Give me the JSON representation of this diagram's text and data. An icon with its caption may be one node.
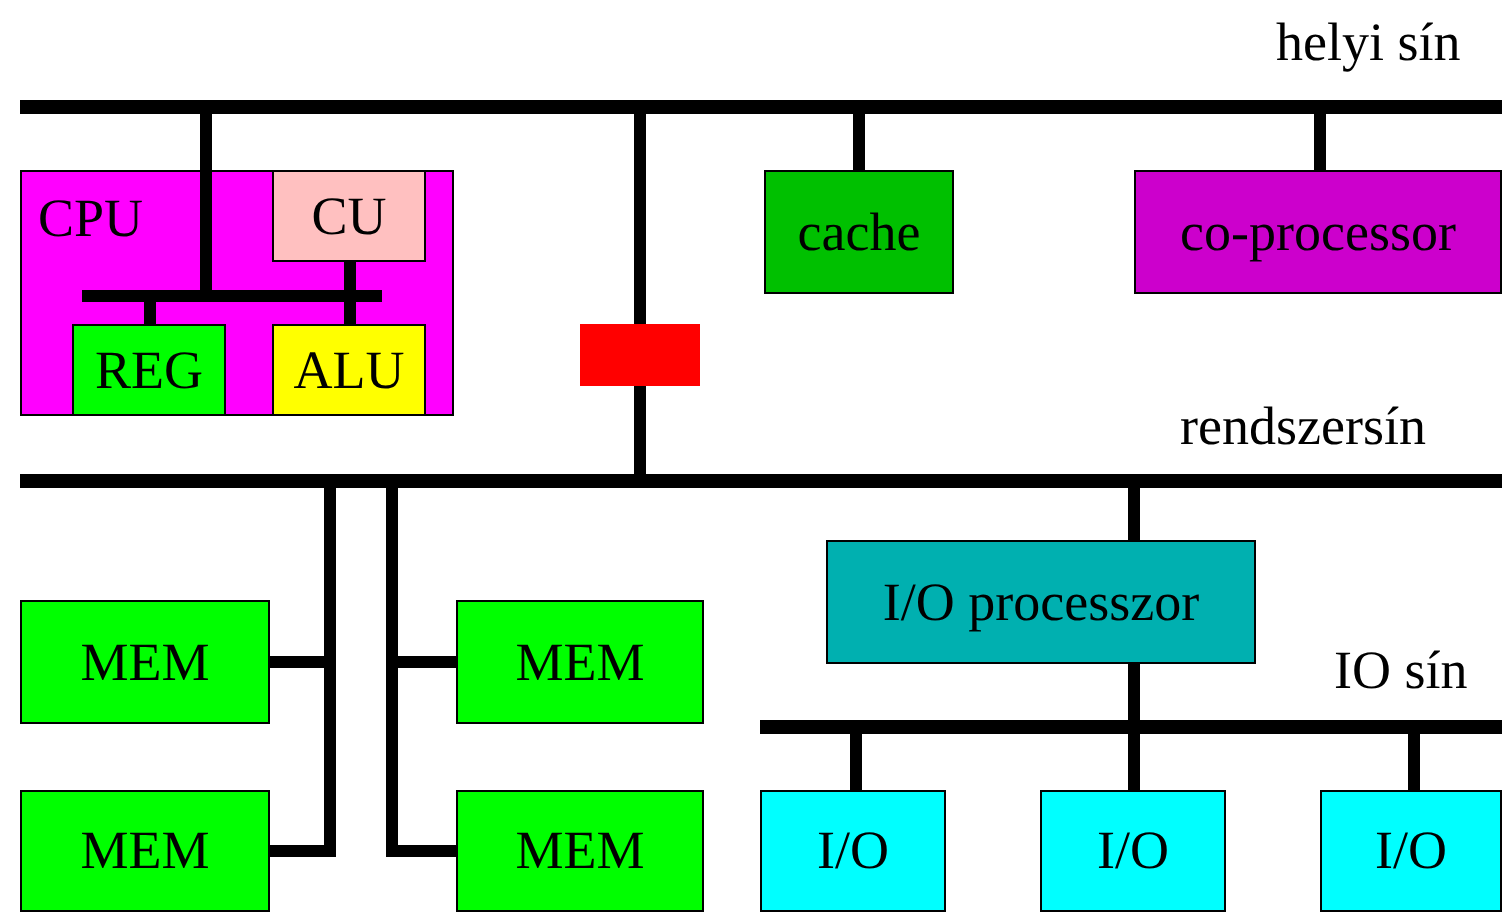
{
  "diagram": {
    "nodes": [
      {
        "text": [],
        "shape": "bar",
        "beside": [
          "helyi sín"
        ]
      },
      {
        "text": [
          "CPU"
        ]
      },
      {
        "text": [
          "CU"
        ],
        "in": 1
      },
      {
        "text": [],
        "shape": "bar",
        "in": 1
      },
      {
        "text": [
          "REG"
        ],
        "in": 1
      },
      {
        "text": [
          "ALU"
        ],
        "in": 1
      },
      {
        "text": [
          "cache"
        ]
      },
      {
        "text": [
          "co-processor"
        ]
      },
      {
        "text": [],
        "shape": "box"
      },
      {
        "text": [],
        "shape": "bar",
        "beside": [
          "rendszersín"
        ]
      },
      {
        "text": [
          "MEM"
        ]
      },
      {
        "text": [
          "MEM"
        ]
      },
      {
        "text": [
          "MEM"
        ]
      },
      {
        "text": [
          "MEM"
        ]
      },
      {
        "text": [
          "I/O processzor"
        ]
      },
      {
        "text": [],
        "shape": "bar",
        "beside": [
          "IO sín"
        ]
      },
      {
        "text": [
          "I/O"
        ]
      },
      {
        "text": [
          "I/O"
        ]
      },
      {
        "text": [
          "I/O"
        ]
      }
    ],
    "edges": [
      {
        "from": 0,
        "to": 3,
        "arrow": "none"
      },
      {
        "from": 2,
        "to": 3,
        "arrow": "none"
      },
      {
        "from": 3,
        "to": 4,
        "arrow": "none"
      },
      {
        "from": 3,
        "to": 5,
        "arrow": "none"
      },
      {
        "from": 0,
        "to": 6,
        "arrow": "none"
      },
      {
        "from": 0,
        "to": 7,
        "arrow": "none"
      },
      {
        "from": 0,
        "to": 8,
        "arrow": "none"
      },
      {
        "from": 8,
        "to": 9,
        "arrow": "none"
      },
      {
        "from": 9,
        "to": 10,
        "arrow": "none"
      },
      {
        "from": 9,
        "to": 12,
        "arrow": "none"
      },
      {
        "from": 9,
        "to": 11,
        "arrow": "none"
      },
      {
        "from": 9,
        "to": 13,
        "arrow": "none"
      },
      {
        "from": 9,
        "to": 14,
        "arrow": "none"
      },
      {
        "from": 14,
        "to": 15,
        "arrow": "none"
      },
      {
        "from": 15,
        "to": 16,
        "arrow": "none"
      },
      {
        "from": 15,
        "to": 17,
        "arrow": "none"
      },
      {
        "from": 15,
        "to": 18,
        "arrow": "none"
      }
    ]
  }
}
